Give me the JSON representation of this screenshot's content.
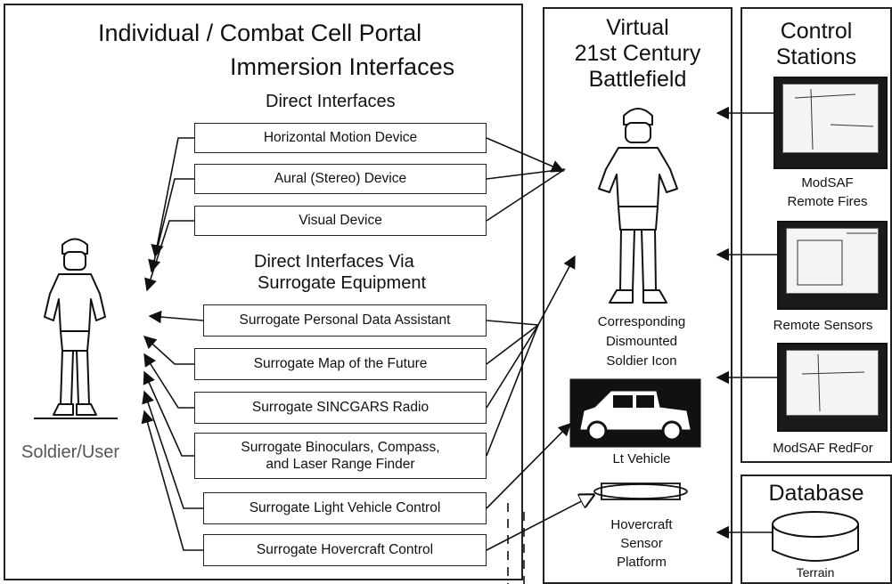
{
  "portal": {
    "title": "Individual / Combat Cell Portal",
    "subtitle": "Immersion Interfaces",
    "direct_header": "Direct Interfaces",
    "surrogate_header_1": "Direct Interfaces Via",
    "surrogate_header_2": "Surrogate Equipment",
    "user_label": "Soldier/User",
    "interfaces": [
      "Horizontal Motion Device",
      "Aural (Stereo) Device",
      "Visual Device",
      "Surrogate Personal Data Assistant",
      "Surrogate Map of the Future",
      "Surrogate SINCGARS Radio",
      "Surrogate Binoculars, Compass,",
      "and Laser Range Finder",
      "Surrogate Light Vehicle Control",
      "Surrogate Hovercraft Control"
    ]
  },
  "battlefield": {
    "title_1": "Virtual",
    "title_2": "21st Century",
    "title_3": "Battlefield",
    "icon_caption_1": "Corresponding",
    "icon_caption_2": "Dismounted",
    "icon_caption_3": "Soldier Icon",
    "vehicle_label": "Lt Vehicle",
    "hover_1": "Hovercraft",
    "hover_2": "Sensor",
    "hover_3": "Platform"
  },
  "control": {
    "title_1": "Control",
    "title_2": "Stations",
    "station_1a": "ModSAF",
    "station_1b": "Remote Fires",
    "station_2": "Remote Sensors",
    "station_3": "ModSAF RedFor"
  },
  "database": {
    "title": "Database",
    "terrain": "Terrain"
  }
}
